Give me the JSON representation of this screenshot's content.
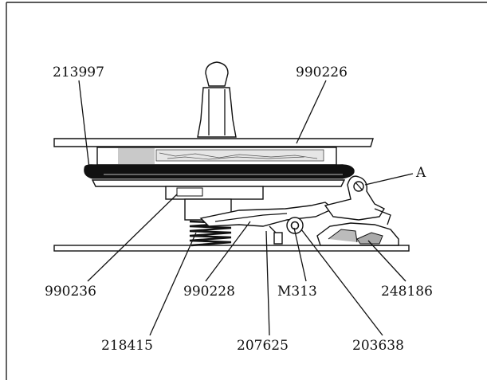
{
  "labels": {
    "p213997": "213997",
    "p990226": "990226",
    "pA": "A",
    "p990236": "990236",
    "p990228": "990228",
    "pM313": "M313",
    "p248186": "248186",
    "p218415": "218415",
    "p207625": "207625",
    "p203638": "203638"
  }
}
